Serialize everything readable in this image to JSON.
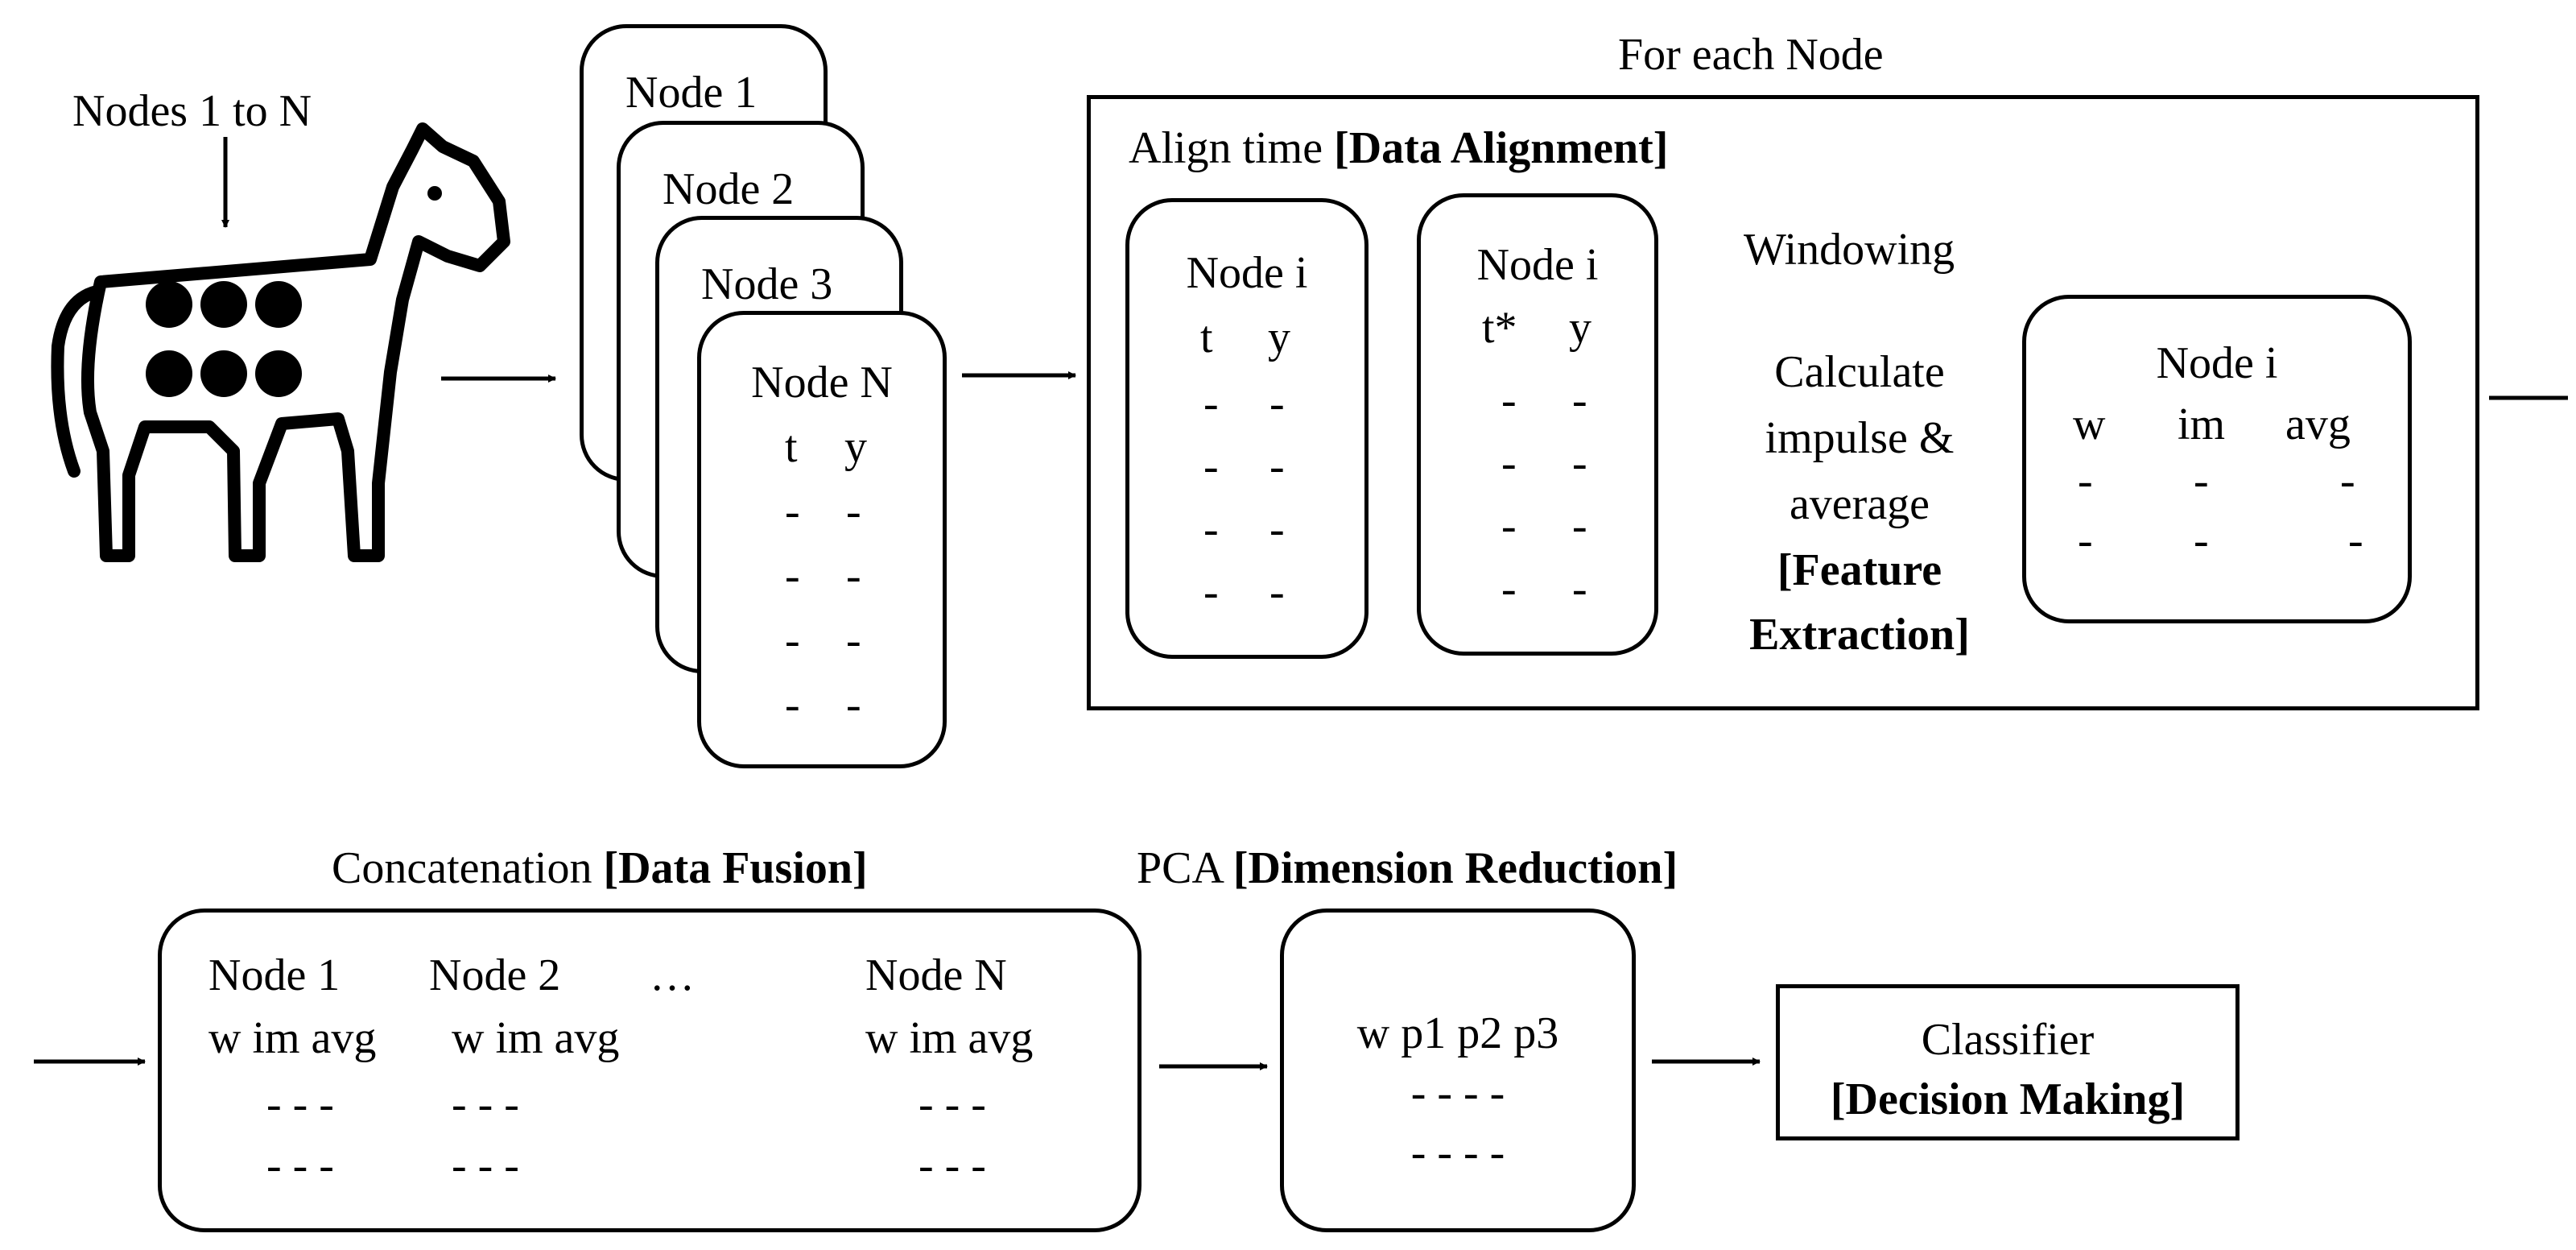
{
  "input": {
    "label": "Nodes 1 to N"
  },
  "node_stack": {
    "labels": [
      "Node 1",
      "Node 2",
      "Node 3",
      "Node N"
    ],
    "columns": [
      "t",
      "y"
    ],
    "dash": "-"
  },
  "per_node": {
    "title": "For each Node",
    "align_text": "Align time ",
    "align_tag": "[Data Alignment]",
    "raw_table": {
      "title": "Node i",
      "columns": [
        "t",
        "y"
      ]
    },
    "aligned_table": {
      "title": "Node i",
      "columns": [
        "t*",
        "y"
      ]
    },
    "windowing": "Windowing",
    "calc_lines": [
      "Calculate",
      "impulse &",
      "average"
    ],
    "feature_tag_lines": [
      "[Feature",
      "Extraction]"
    ],
    "feature_table": {
      "title": "Node i",
      "columns": [
        "w",
        "im",
        "avg"
      ]
    }
  },
  "fusion": {
    "title_text": "Concatenation ",
    "title_tag": "[Data Fusion]",
    "groups": [
      "Node 1",
      "Node 2",
      "…",
      "Node N"
    ],
    "columns": "w im avg",
    "dash_row": "- - -"
  },
  "pca": {
    "title_text": "PCA ",
    "title_tag": "[Dimension Reduction]",
    "columns": "w p1 p2 p3",
    "dash_row": "-   -   -   -"
  },
  "classifier": {
    "label": "Classifier",
    "tag": "[Decision Making]"
  }
}
